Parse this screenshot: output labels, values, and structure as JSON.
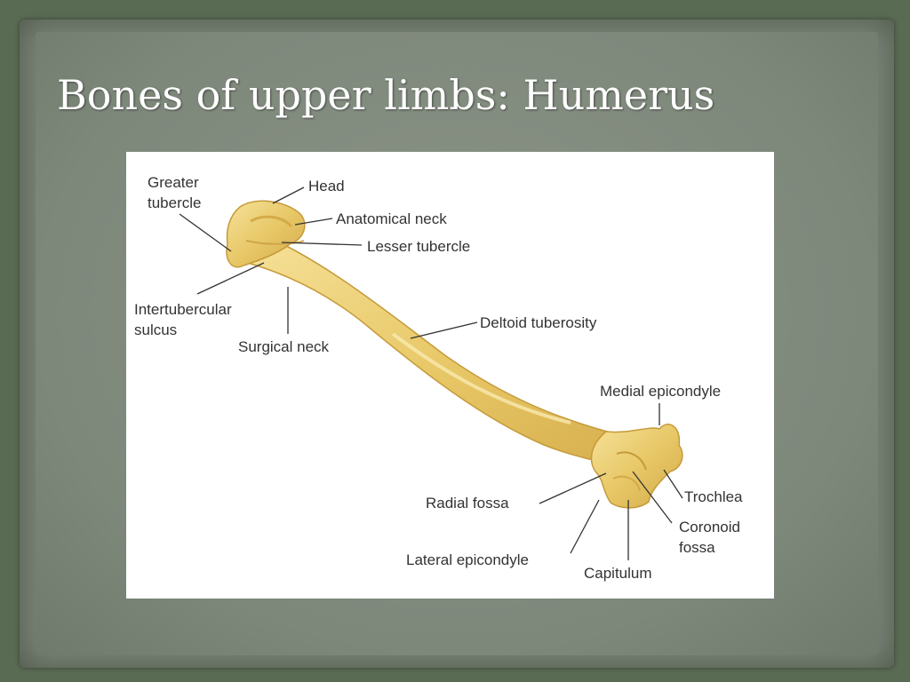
{
  "slide": {
    "title": "Bones of upper limbs: Humerus"
  },
  "figure": {
    "labels": {
      "greater_tubercle_1": "Greater",
      "greater_tubercle_2": "tubercle",
      "head": "Head",
      "anatomical_neck": "Anatomical neck",
      "lesser_tubercle": "Lesser tubercle",
      "intertubercular_1": "Intertubercular",
      "intertubercular_2": "sulcus",
      "surgical_neck": "Surgical neck",
      "deltoid_tuberosity": "Deltoid tuberosity",
      "medial_epicondyle": "Medial epicondyle",
      "trochlea": "Trochlea",
      "radial_fossa": "Radial fossa",
      "coronoid_fossa_1": "Coronoid",
      "coronoid_fossa_2": "fossa",
      "lateral_epicondyle": "Lateral epicondyle",
      "capitulum": "Capitulum"
    },
    "colors": {
      "bone_light": "#f3dc8a",
      "bone_mid": "#e2c064",
      "bone_dark": "#c59a3a"
    }
  }
}
